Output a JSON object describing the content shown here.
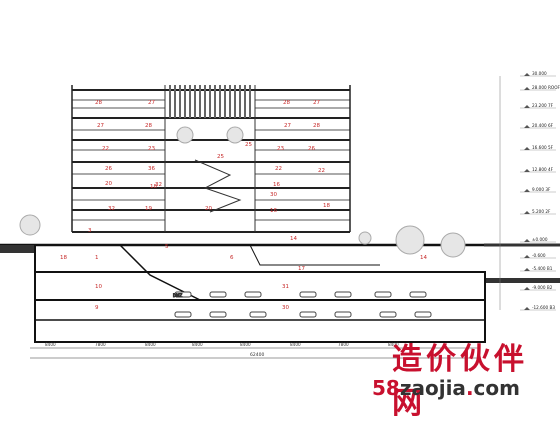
{
  "room_labels": [
    "28",
    "27",
    "28",
    "27",
    "27",
    "28",
    "27",
    "28",
    "22",
    "23",
    "23",
    "26",
    "26",
    "36",
    "25",
    "25",
    "22",
    "22",
    "20",
    "18",
    "16",
    "16",
    "18",
    "19",
    "20",
    "3",
    "5",
    "18",
    "1",
    "6",
    "14",
    "14",
    "17",
    "10",
    "9",
    "31",
    "30",
    "30",
    "32",
    "32"
  ],
  "levels": [
    "30.000",
    "28.000 ROOF",
    "23.200 7F",
    "20.400 6F",
    "16.600 5F",
    "12.800 4F",
    "9.000 3F",
    "5.200 2F",
    "±0.000",
    "-0.600",
    "-5.400 B1",
    "-9.000 B2",
    "-12.600 B3"
  ],
  "dims_bottom": [
    "8400",
    "7800",
    "8400",
    "8400",
    "8400",
    "8400",
    "7800",
    "8400"
  ],
  "dim_total": "62400",
  "car_label": "DMZ",
  "watermark": {
    "cn": "造价伙伴网",
    "url_num": "58",
    "url_rest": "zaojia",
    "url_dot": ".",
    "url_tld": "com"
  }
}
